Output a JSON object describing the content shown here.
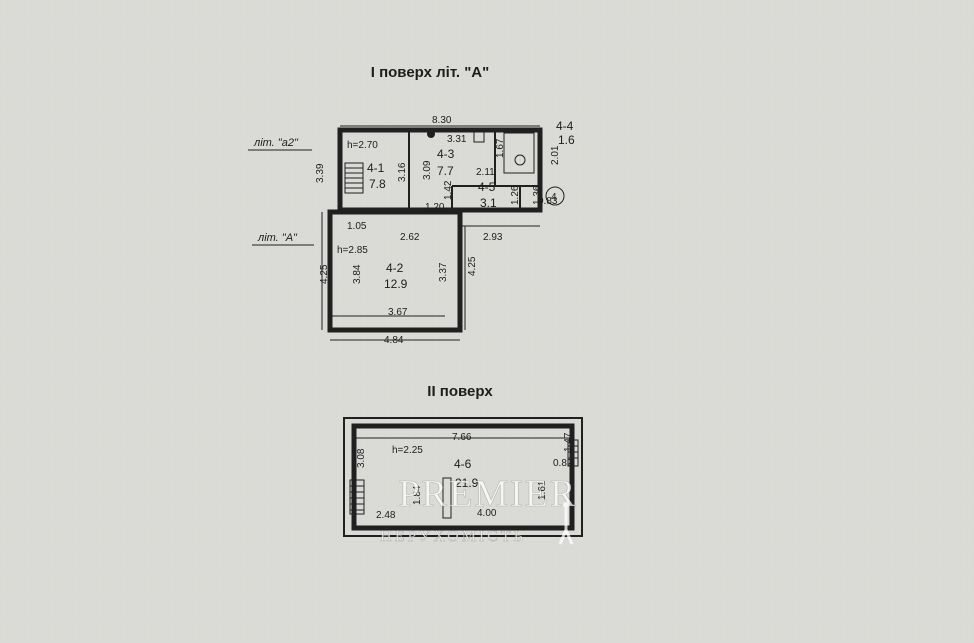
{
  "floor1": {
    "title": "І поверх літ. \"А\"",
    "lit_a2": "літ. \"а2\"",
    "lit_a": "літ. \"А\"",
    "dims": {
      "top_total": "8.30",
      "d_3_31": "3.31",
      "d_1_67": "1.67",
      "d_2_11": "2.11",
      "d_2_01": "2.01",
      "d_0_83": "0.83",
      "d_1_26": "1.26",
      "d_1_36": "1.36",
      "d_3_39": "3.39",
      "d_3_16": "3.16",
      "d_3_09": "3.09",
      "d_1_42": "1.42",
      "d_1_20": "1.20",
      "d_1_05": "1.05",
      "d_2_62": "2.62",
      "d_2_93": "2.93",
      "d_3_84": "3.84",
      "d_3_37": "3.37",
      "d_4_25_left": "4.25",
      "d_4_25_right": "4.25",
      "d_3_67": "3.67",
      "d_4_84": "4.84"
    },
    "rooms": [
      {
        "id": "4-1",
        "area": "7.8",
        "height": "h=2.70"
      },
      {
        "id": "4-2",
        "area": "12.9",
        "height": "h=2.85"
      },
      {
        "id": "4-3",
        "area": "7.7",
        "height": ""
      },
      {
        "id": "4-4",
        "area": "1.6",
        "height": ""
      },
      {
        "id": "4-5",
        "area": "3.1",
        "height": ""
      }
    ],
    "marker": "4"
  },
  "floor2": {
    "title": "ІІ поверх",
    "dims": {
      "d_7_66": "7.66",
      "d_3_08": "3.08",
      "d_1_47": "1.47",
      "d_0_82": "0.82",
      "d_1_61": "1.61",
      "d_4_00": "4.00",
      "d_2_48": "2.48",
      "d_1_84": "1.84"
    },
    "rooms": [
      {
        "id": "4-6",
        "area": "21.9",
        "height": "h=2.25"
      }
    ]
  },
  "watermark": {
    "brand": "PREMIER",
    "sub": "НЕРУХОМІСТЬ"
  }
}
